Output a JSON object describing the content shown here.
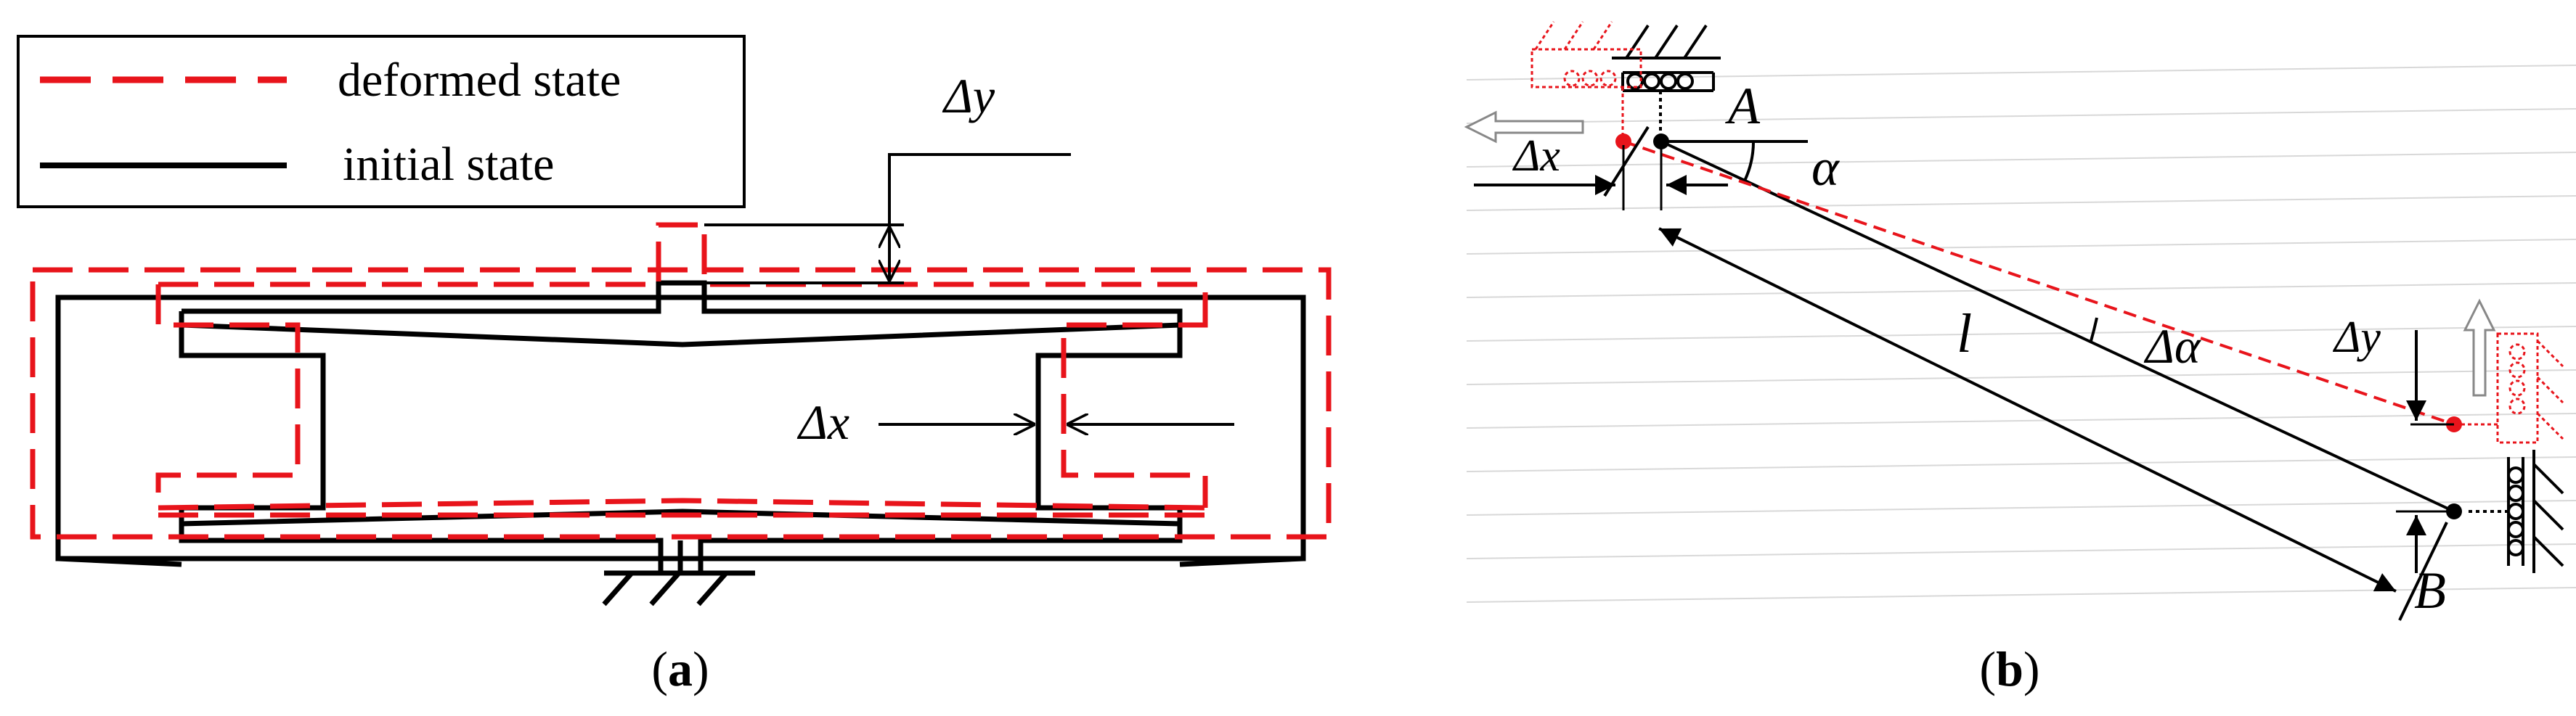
{
  "panel_a": {
    "legend": {
      "deformed": "deformed state",
      "initial": "initial state"
    },
    "delta_y": "Δy",
    "delta_x": "Δx",
    "caption_open": "(",
    "caption_letter": "a",
    "caption_close": ")"
  },
  "panel_b": {
    "point_a": "A",
    "point_b": "B",
    "alpha": "α",
    "delta_alpha": "Δα",
    "length": "l",
    "delta_x": "Δx",
    "delta_y": "Δy",
    "caption_open": "(",
    "caption_letter": "b",
    "caption_close": ")"
  },
  "colors": {
    "deformed": "#e8141b",
    "initial": "#000000",
    "guide_lines": "#d8d8d8"
  }
}
